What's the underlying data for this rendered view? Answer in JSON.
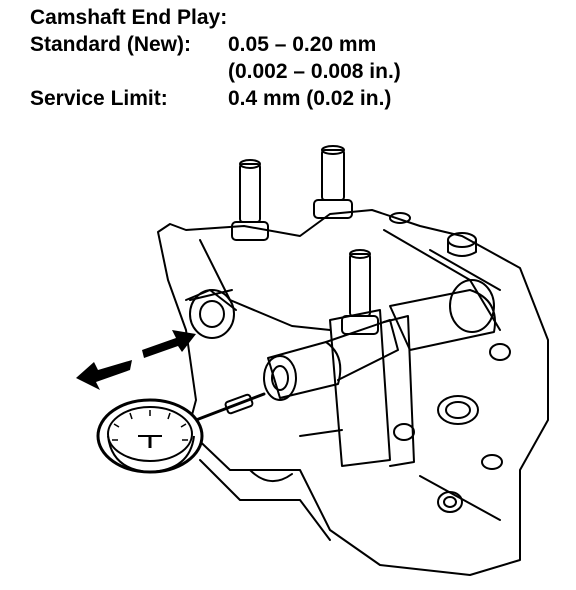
{
  "spec": {
    "title": "Camshaft End Play:",
    "standard_label": "Standard (New):",
    "standard_metric": "0.05 – 0.20 mm",
    "standard_imperial": "(0.002 – 0.008 in.)",
    "limit_label": "Service Limit:",
    "limit_value": "0.4 mm (0.02 in.)"
  },
  "colors": {
    "ink": "#000000",
    "paper": "#ffffff"
  },
  "icons": {
    "arrows": "double-arrow-icon",
    "gauge": "dial-indicator-icon"
  }
}
